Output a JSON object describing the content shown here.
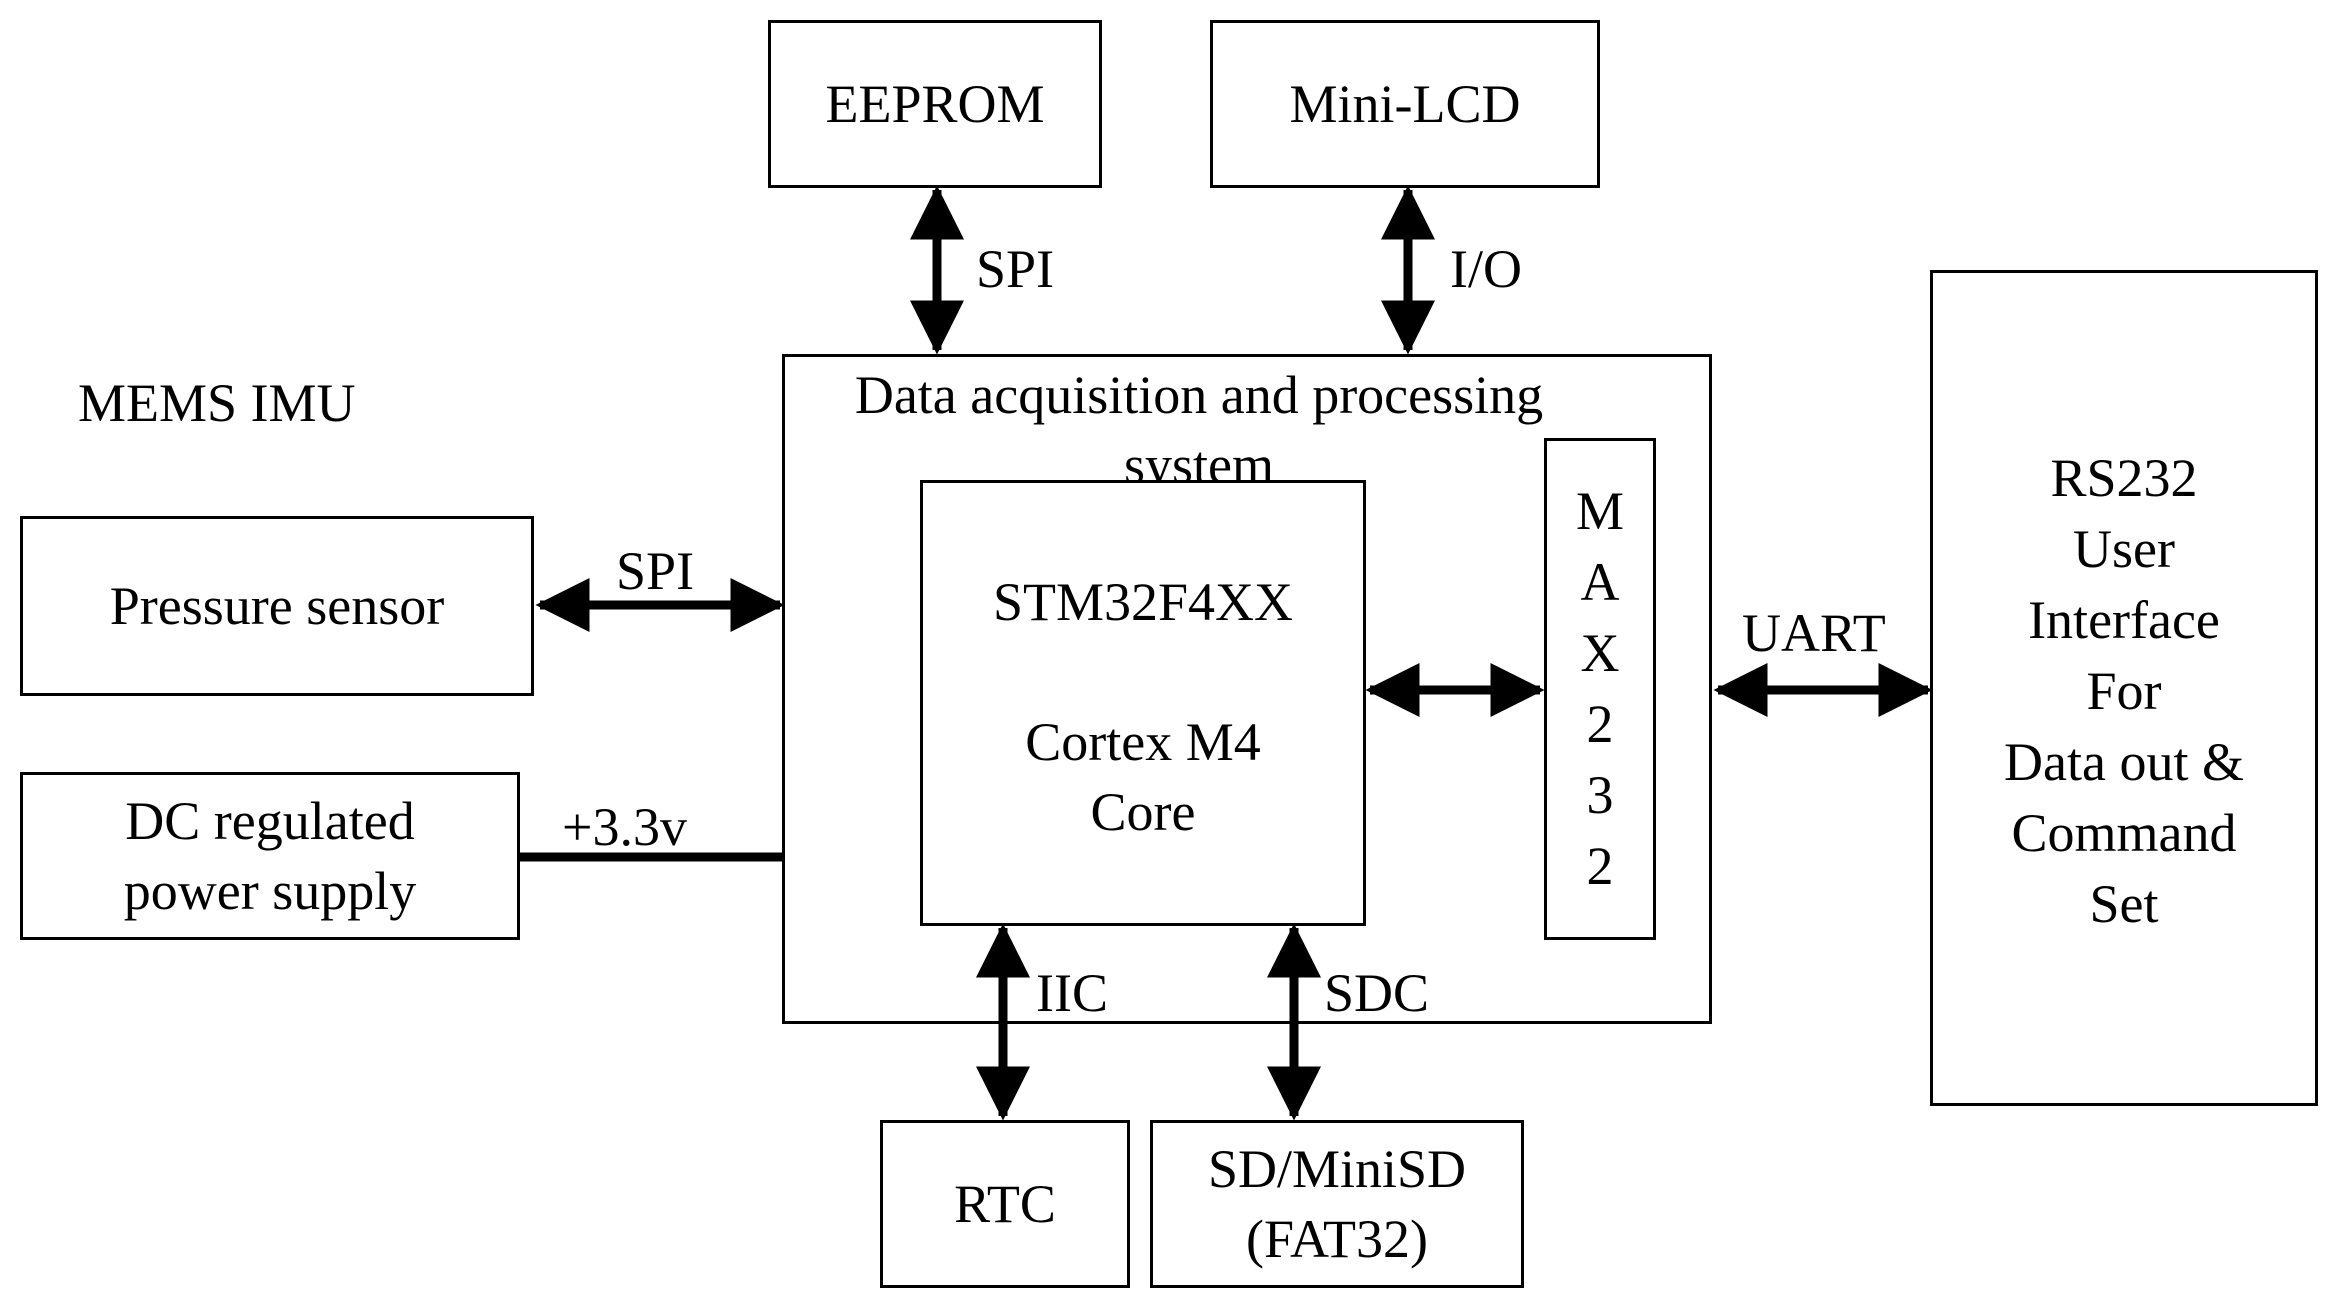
{
  "blocks": {
    "eeprom": "EEPROM",
    "mini_lcd": "Mini-LCD",
    "pressure_sensor": "Pressure sensor",
    "dc_supply": [
      "DC regulated",
      "power supply"
    ],
    "daq_title": [
      "Data acquisition and processing",
      "system"
    ],
    "mcu": [
      "STM32F4XX",
      "",
      "Cortex M4",
      "Core"
    ],
    "max232": [
      "M",
      "A",
      "X",
      "2",
      "3",
      "2"
    ],
    "rs232": [
      "RS232",
      "User",
      "Interface",
      "For",
      "Data out &",
      "Command",
      "Set"
    ],
    "rtc": "RTC",
    "sd": [
      "SD/MiniSD",
      "(FAT32)"
    ]
  },
  "labels": {
    "mems_imu": "MEMS IMU",
    "spi_top": "SPI",
    "io": "I/O",
    "spi_left": "SPI",
    "v33": "+3.3v",
    "uart": "UART",
    "iic": "IIC",
    "sdc": "SDC"
  }
}
